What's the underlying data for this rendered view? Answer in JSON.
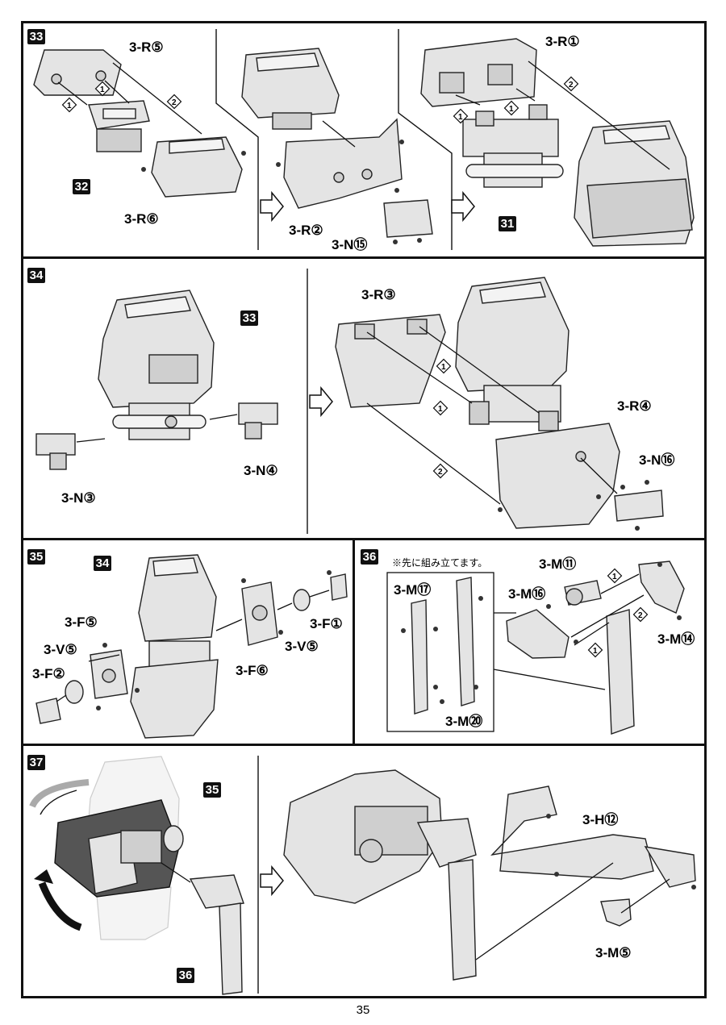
{
  "page_number": "35",
  "steps": {
    "s33": {
      "number": "33",
      "ref_32": "32",
      "ref_31": "31",
      "labels": {
        "r5": "3-R⑤",
        "r6": "3-R⑥",
        "r2": "3-R②",
        "n15": "3-N⑮",
        "r1": "3-R①"
      },
      "markers": {
        "one": "1",
        "two": "2"
      }
    },
    "s34": {
      "number": "34",
      "ref_33": "33",
      "labels": {
        "n3": "3-N③",
        "n4": "3-N④",
        "r3": "3-R③",
        "r4": "3-R④",
        "n16": "3-N⑯"
      }
    },
    "s35": {
      "number": "35",
      "ref_34": "34",
      "labels": {
        "f5": "3-F⑤",
        "v5a": "3-V⑤",
        "f2": "3-F②",
        "f6": "3-F⑥",
        "v5b": "3-V⑤",
        "f1": "3-F①"
      }
    },
    "s36": {
      "number": "36",
      "note": "※先に組み立てます。",
      "labels": {
        "m17": "3-M⑰",
        "m20": "3-M⑳",
        "m11": "3-M⑪",
        "m16": "3-M⑯",
        "m14": "3-M⑭"
      }
    },
    "s37": {
      "number": "37",
      "ref_35": "35",
      "ref_36": "36",
      "labels": {
        "h12": "3-H⑫",
        "m5": "3-M⑤"
      }
    }
  }
}
